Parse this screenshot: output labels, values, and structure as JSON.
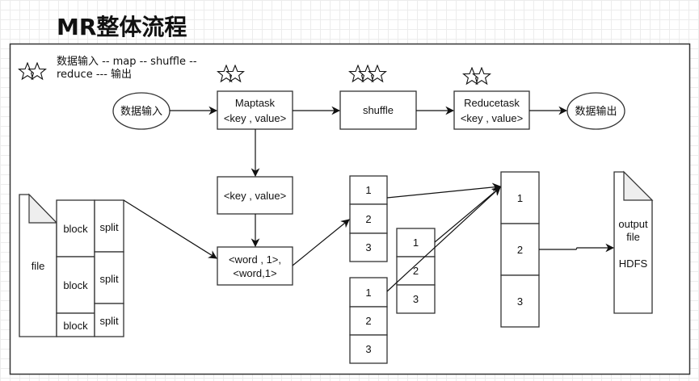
{
  "title": "MR整体流程",
  "legend": {
    "line1": "数据输入 -- map -- shuffle --",
    "line2": "reduce --- 输出",
    "icon": "star-icon"
  },
  "flow": {
    "input_ellipse": "数据输入",
    "maptask": {
      "line1": "Maptask",
      "line2": "<key , value>",
      "stars": 2
    },
    "shuffle": {
      "label": "shuffle",
      "stars": 3
    },
    "reducetask": {
      "line1": "Reducetask",
      "line2": "<key , value>",
      "stars": 2
    },
    "output_ellipse": "数据输出"
  },
  "intermediate": {
    "kv_box": "<key , value>",
    "word_box": {
      "line1": "<word , 1>,",
      "line2": "<word,1>"
    }
  },
  "input_file": {
    "label": "file",
    "blocks": [
      "block",
      "block",
      "block"
    ],
    "splits": [
      "split",
      "split",
      "split"
    ]
  },
  "partitions": {
    "stack_a": [
      "1",
      "2",
      "3"
    ],
    "stack_b": [
      "1",
      "2",
      "3"
    ],
    "stack_c": [
      "1",
      "2",
      "3"
    ],
    "reduce_stack": [
      "1",
      "2",
      "3"
    ]
  },
  "output_file": {
    "line1": "output",
    "line2": "file",
    "line3": "HDFS"
  }
}
